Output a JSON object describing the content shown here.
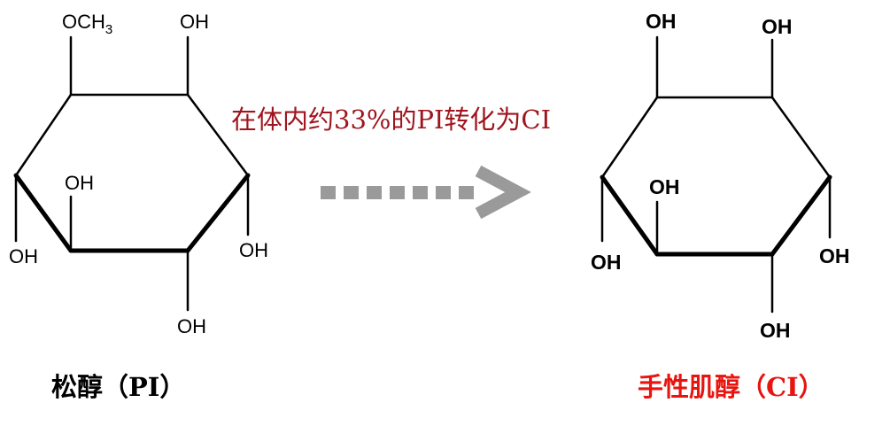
{
  "pinitol": {
    "substituent_top_left": "OCH",
    "substituent_top_left_subscript": "3",
    "hydroxyl_label": "OH",
    "caption": "松醇（PI）"
  },
  "chiro_inositol": {
    "hydroxyl_label": "OH",
    "caption": "手性肌醇（CI）"
  },
  "conversion": {
    "label": "在体内约33%的PI转化为CI"
  },
  "colors": {
    "bond": "#000000",
    "caption_pi": "#000000",
    "caption_ci": "#e8140f",
    "conversion_text": "#a0141e",
    "arrow": "#9a9a9a"
  }
}
